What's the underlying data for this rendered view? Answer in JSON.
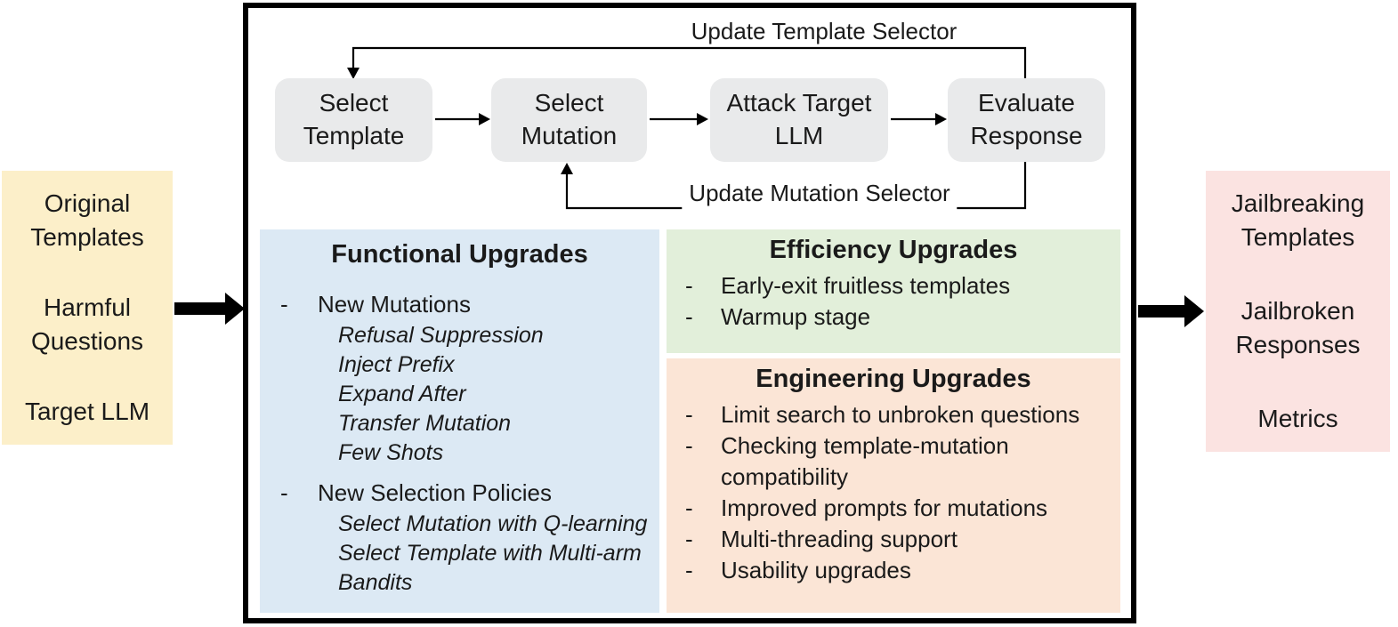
{
  "colors": {
    "inputs_bg": "#FCEFC9",
    "outputs_bg": "#FBE3E1",
    "functional_bg": "#DCE9F4",
    "efficiency_bg": "#E2EFDA",
    "engineering_bg": "#FBE5D6",
    "step_bg": "#E9EAEB",
    "arrow": "#000000"
  },
  "ui": {
    "dash": "-"
  },
  "inputs_panel": {
    "items": [
      "Original Templates",
      "Harmful Questions",
      "Target LLM"
    ]
  },
  "pipeline": {
    "top_feedback_label": "Update Template Selector",
    "bottom_feedback_label": "Update Mutation Selector",
    "steps": [
      "Select Template",
      "Select Mutation",
      "Attack Target LLM",
      "Evaluate Response"
    ]
  },
  "functional": {
    "title": "Functional Upgrades",
    "groups": [
      {
        "label": "New Mutations",
        "subitems": [
          "Refusal Suppression",
          "Inject Prefix",
          "Expand After",
          "Transfer Mutation",
          "Few Shots"
        ]
      },
      {
        "label": "New Selection Policies",
        "subitems": [
          "Select Mutation with Q-learning",
          "Select Template with Multi-arm Bandits"
        ]
      }
    ]
  },
  "efficiency": {
    "title": "Efficiency Upgrades",
    "items": [
      "Early-exit fruitless templates",
      "Warmup stage"
    ]
  },
  "engineering": {
    "title": "Engineering Upgrades",
    "items": [
      "Limit search to unbroken questions",
      "Checking template-mutation compatibility",
      "Improved prompts for mutations",
      "Multi-threading support",
      "Usability upgrades"
    ]
  },
  "outputs_panel": {
    "items": [
      "Jailbreaking Templates",
      "Jailbroken Responses",
      "Metrics"
    ]
  }
}
